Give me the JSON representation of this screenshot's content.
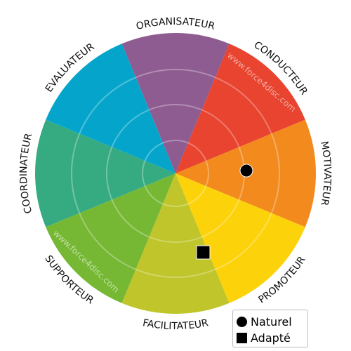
{
  "wheel": {
    "segments": [
      {
        "name": "ORGANISATEUR",
        "color": "#8e5c91"
      },
      {
        "name": "CONDUCTEUR",
        "color": "#e8442f"
      },
      {
        "name": "MOTIVATEUR",
        "color": "#f28a1e"
      },
      {
        "name": "PROMOTEUR",
        "color": "#fcd20a"
      },
      {
        "name": "FACILITATEUR",
        "color": "#bfc52a"
      },
      {
        "name": "SUPPORTEUR",
        "color": "#76b834"
      },
      {
        "name": "COORDINATEUR",
        "color": "#36ab82"
      },
      {
        "name": "EVALUATEUR",
        "color": "#05a5cb"
      }
    ],
    "ring_color": "#ffffff",
    "watermarks": [
      "www.force4disc.com",
      "www.force4disc.com"
    ]
  },
  "markers": {
    "naturel": {
      "segment": "MOTIVATEUR",
      "shape": "circle",
      "color": "#000000"
    },
    "adapte": {
      "segment": "FACILITATEUR",
      "shape": "square",
      "color": "#000000"
    }
  },
  "legend": {
    "naturel_label": "Naturel",
    "adapte_label": "Adapté"
  }
}
